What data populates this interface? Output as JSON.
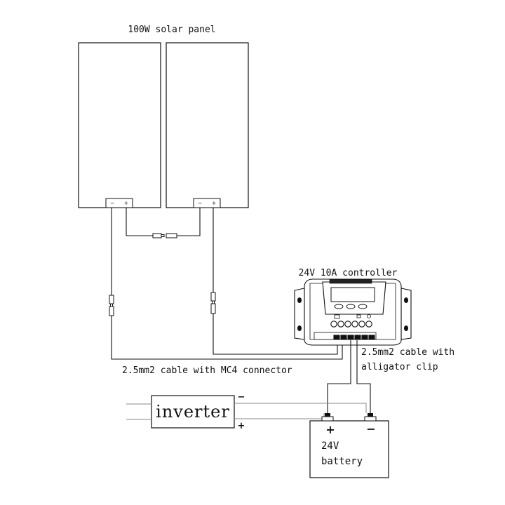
{
  "title": "100W solar panel",
  "panels": [
    {
      "minus": "−",
      "plus": "+"
    },
    {
      "minus": "−",
      "plus": "+"
    }
  ],
  "controller": {
    "label": "24V 10A controller"
  },
  "cables": {
    "mc4": "2.5mm2 cable with MC4 connector",
    "alligator_line1": "2.5mm2 cable with",
    "alligator_line2": "alligator clip"
  },
  "inverter": {
    "label": "inverter",
    "minus": "−",
    "plus": "+"
  },
  "battery": {
    "line1": "24V",
    "line2": "battery",
    "plus": "+",
    "minus": "−"
  }
}
